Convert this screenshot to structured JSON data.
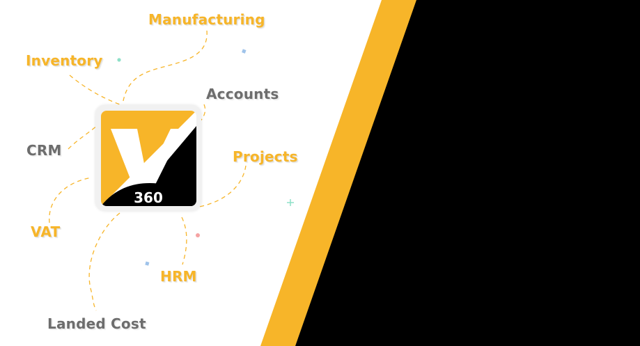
{
  "modules": {
    "manufacturing": "Manufacturing",
    "inventory": "Inventory",
    "accounts": "Accounts",
    "crm": "CRM",
    "projects": "Projects",
    "vat": "VAT",
    "hrm": "HRM",
    "landed_cost": "Landed Cost"
  },
  "logo": {
    "letter": "V",
    "number": "360"
  },
  "colors": {
    "accent": "#f7b529",
    "gray_text": "#6d6d6d",
    "dark_panel": "#000000",
    "background": "#ffffff"
  }
}
